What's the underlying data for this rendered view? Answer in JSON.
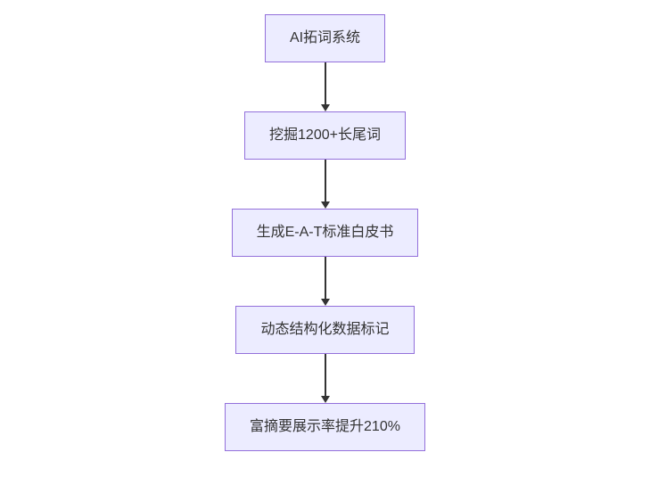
{
  "diagram": {
    "type": "flowchart",
    "direction": "top-down",
    "nodes": [
      {
        "id": "A",
        "label": "AI拓词系统"
      },
      {
        "id": "B",
        "label": "挖掘1200+长尾词"
      },
      {
        "id": "C",
        "label": "生成E-A-T标准白皮书"
      },
      {
        "id": "D",
        "label": "动态结构化数据标记"
      },
      {
        "id": "E",
        "label": "富摘要展示率提升210%"
      }
    ],
    "edges": [
      {
        "from": "A",
        "to": "B"
      },
      {
        "from": "B",
        "to": "C"
      },
      {
        "from": "C",
        "to": "D"
      },
      {
        "from": "D",
        "to": "E"
      }
    ],
    "colors": {
      "node_fill": "#ECECFF",
      "node_border": "#9370DB",
      "text": "#333333",
      "arrow": "#333333",
      "background": "#FFFFFF"
    }
  }
}
